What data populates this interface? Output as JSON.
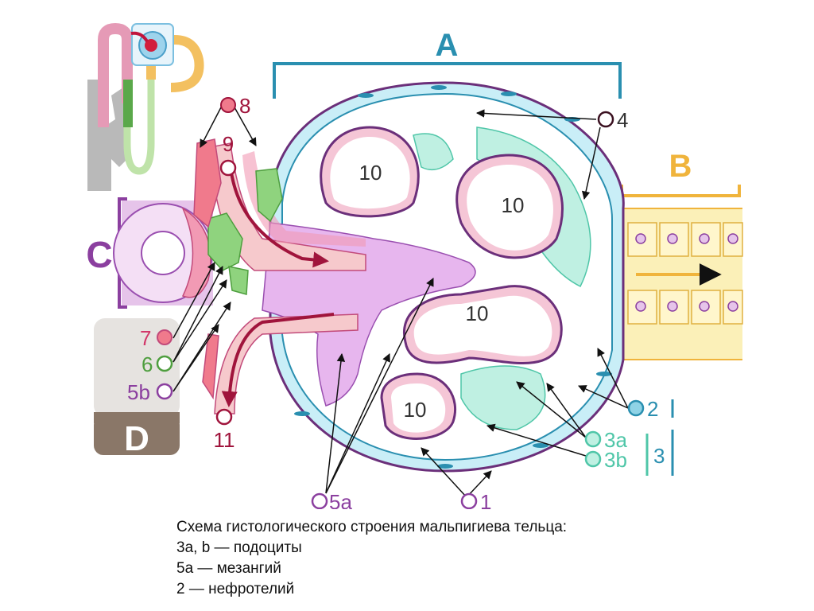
{
  "colors": {
    "capsule": "#8fd3e6",
    "capsule_border": "#2a8fb0",
    "podocyte": "#bff0e2",
    "podocyte_border": "#4fc6a8",
    "capillary_wall": "#f5c6d6",
    "capillary_border": "#6b2f7a",
    "mesangium": "#e7b6ee",
    "mesangium_border": "#9a4fb0",
    "arteriole": "#f6c9cc",
    "arrow_red": "#a0143c",
    "tubule": "#fbf0b8",
    "tubule_border": "#f0b43c",
    "macula": "#f29ab4",
    "juxta": "#8fd37e",
    "label_A": "#2a8fb0",
    "label_B": "#f0b43c",
    "label_C": "#8b3f9f",
    "label_D_bg_top": "#e6e3e0",
    "label_D_bg_bottom": "#8a7768"
  },
  "regions": {
    "A": "A",
    "B": "B",
    "C": "C",
    "D": "D"
  },
  "capillary_label": "10",
  "markers": {
    "m1": "1",
    "m2": "2",
    "m3": "3",
    "m3a": "3a",
    "m3b": "3b",
    "m4": "4",
    "m5a": "5a",
    "m5b": "5b",
    "m6": "6",
    "m7": "7",
    "m8": "8",
    "m9": "9",
    "m11": "11"
  },
  "caption": {
    "line1": "Схема гистологического строения мальпигиева тельца:",
    "line2": "3a, b — подоциты",
    "line3": "5a — мезангий",
    "line4": "2 — нефротелий"
  }
}
